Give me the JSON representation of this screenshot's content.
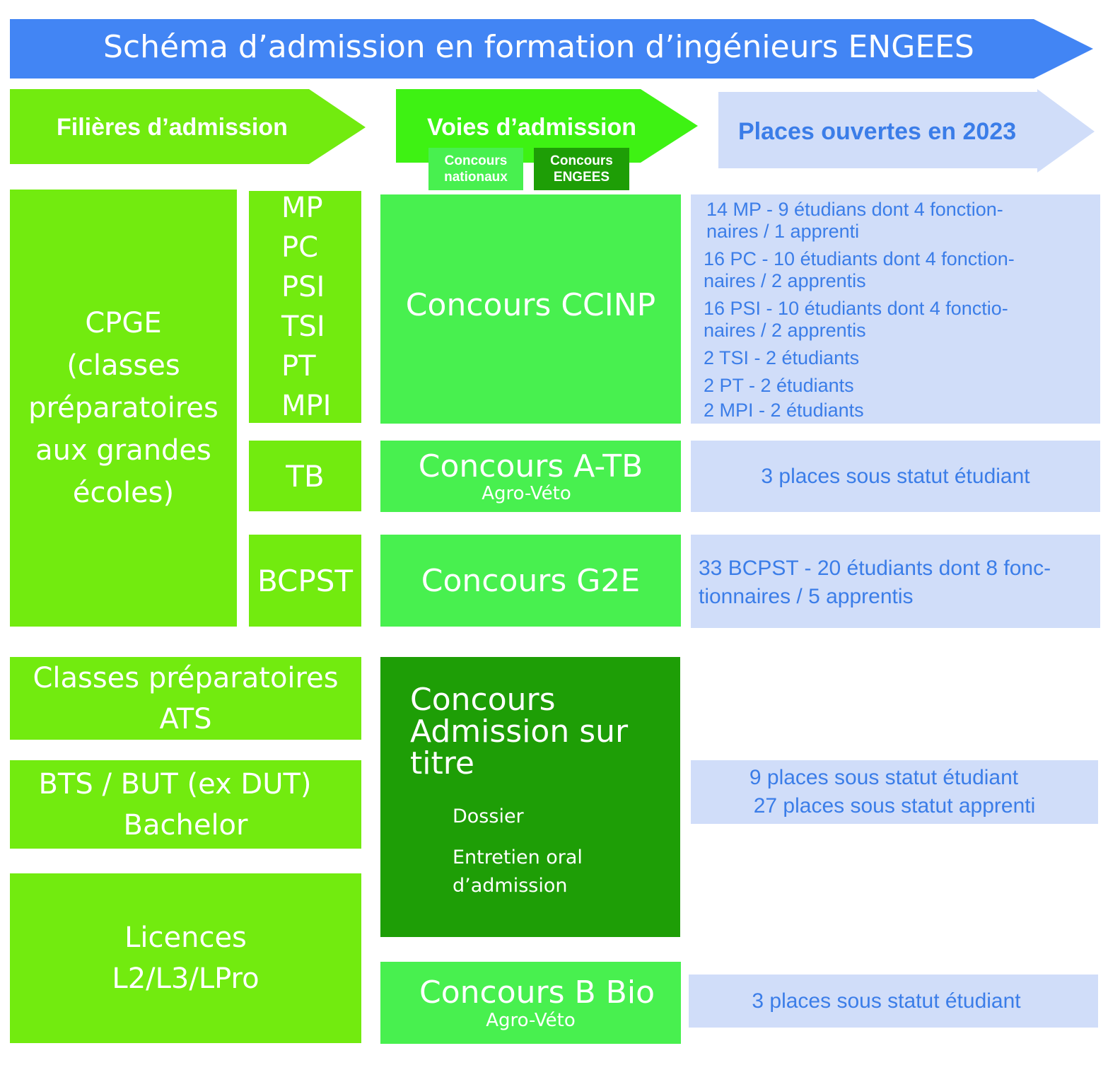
{
  "title": "Schéma d’admission en formation d’ingénieurs ENGEES",
  "headers": {
    "filieres": "Filières d’admission",
    "voies": "Voies d’admission",
    "places": "Places ouvertes en 2023"
  },
  "legend": {
    "nationaux": [
      "Concours",
      "nationaux"
    ],
    "engees": [
      "Concours",
      "ENGEES"
    ]
  },
  "filieres": {
    "cpge": [
      "CPGE",
      "(classes",
      "préparatoires",
      "aux grandes",
      "écoles)"
    ],
    "cpge_tracks": [
      "MP",
      "PC",
      "PSI",
      "TSI",
      "PT",
      "MPI"
    ],
    "tb": "TB",
    "bcpst": "BCPST",
    "ats": [
      "Classes préparatoires",
      "ATS"
    ],
    "bts": [
      "BTS / BUT (ex DUT)",
      "Bachelor"
    ],
    "licences": [
      "Licences",
      "L2/L3/LPro"
    ]
  },
  "voies": {
    "ccinp": "Concours CCINP",
    "atb": {
      "name": "Concours A-TB",
      "sub": "Agro-Véto"
    },
    "g2e": "Concours G2E",
    "titre": {
      "name": [
        "Concours",
        "Admission sur",
        "titre"
      ],
      "steps": [
        "Dossier",
        "Entretien oral",
        "d’admission"
      ]
    },
    "bbio": {
      "name": "Concours B Bio",
      "sub": "Agro-Véto"
    }
  },
  "places": {
    "ccinp": [
      [
        "14 MP  - 9 étudians dont 4 fonction-",
        "naires / 1 apprenti"
      ],
      [
        "16 PC  - 10 étudiants dont 4 fonction-",
        "naires / 2 apprentis"
      ],
      [
        "16 PSI - 10 étudiants dont 4 fonctio-",
        "naires / 2 apprentis"
      ],
      [
        "2 TSI -  2 étudiants"
      ],
      [
        "2 PT - 2 étudiants"
      ],
      [
        "2 MPI - 2 étudiants"
      ]
    ],
    "atb": "3 places sous statut étudiant",
    "g2e": [
      "33 BCPST - 20  étudiants dont 8 fonc-",
      "tionnaires / 5 apprentis"
    ],
    "titre": [
      "9 places sous statut étudiant",
      "27 places sous statut apprenti"
    ],
    "bbio": "3 places sous statut étudiant"
  },
  "colors": {
    "title_arrow": "#4285F4",
    "lime": "#72EB0F",
    "bright_green": "#3EF213",
    "mint": "#48F04F",
    "dark_green": "#1E9E06",
    "light_blue": "#D0DDF9",
    "blue_text": "#3B7DE8"
  }
}
